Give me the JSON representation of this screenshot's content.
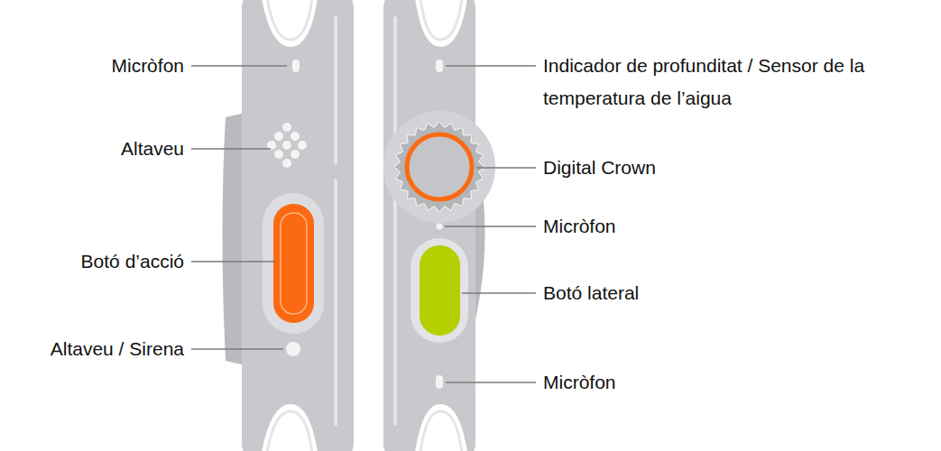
{
  "diagram": {
    "labels": [
      "Micròfon",
      "Altaveu",
      "Botó d’acció",
      "Altaveu / Sirena",
      "Indicador de profunditat / Sensor de la temperatura de l’aigua",
      "Digital Crown",
      "Micròfon",
      "Botó lateral",
      "Micròfon"
    ]
  }
}
